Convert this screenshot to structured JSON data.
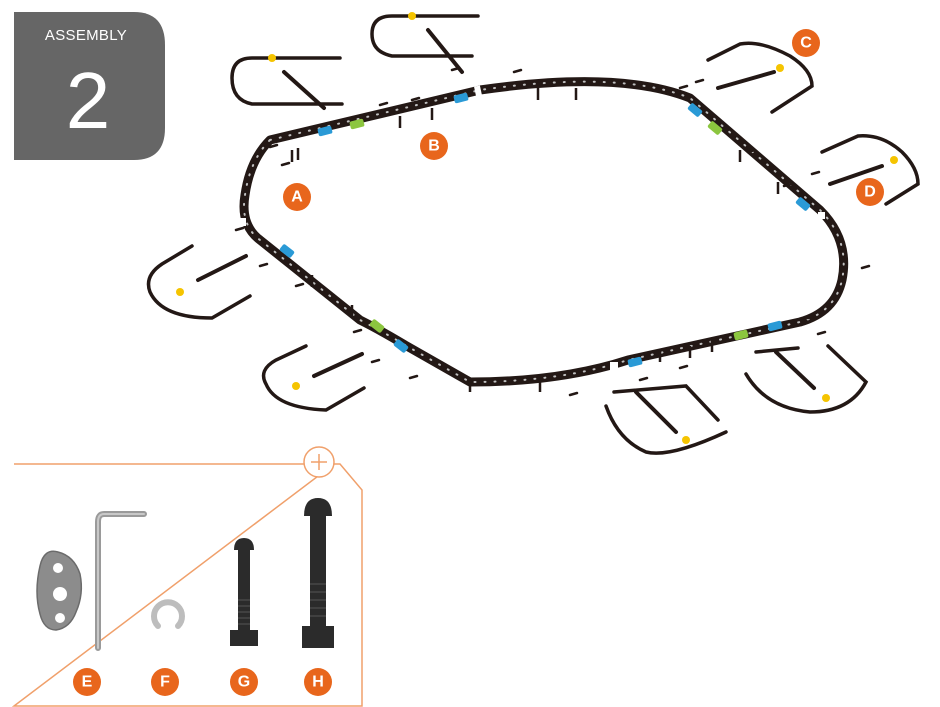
{
  "assembly": {
    "label": "ASSEMBLY",
    "number": "2"
  },
  "callouts": {
    "A": "A",
    "B": "B",
    "C": "C",
    "D": "D",
    "E": "E",
    "F": "F",
    "G": "G",
    "H": "H"
  },
  "parts_panel": {
    "zoom_icon": "plus-magnifier-icon",
    "items": [
      {
        "id": "E",
        "description": "wrench-and-hex-key"
      },
      {
        "id": "F",
        "description": "retaining-clip"
      },
      {
        "id": "G",
        "description": "short-bolt-with-nut"
      },
      {
        "id": "H",
        "description": "long-bolt-with-nut"
      }
    ]
  },
  "colors": {
    "accent": "#e8661c",
    "frame": "#231815",
    "badge_bg": "#666666",
    "connector_blue": "#2a9ad6",
    "connector_green": "#8cc63f",
    "cap_yellow": "#f5c400",
    "panel_border": "#f0a06b"
  }
}
